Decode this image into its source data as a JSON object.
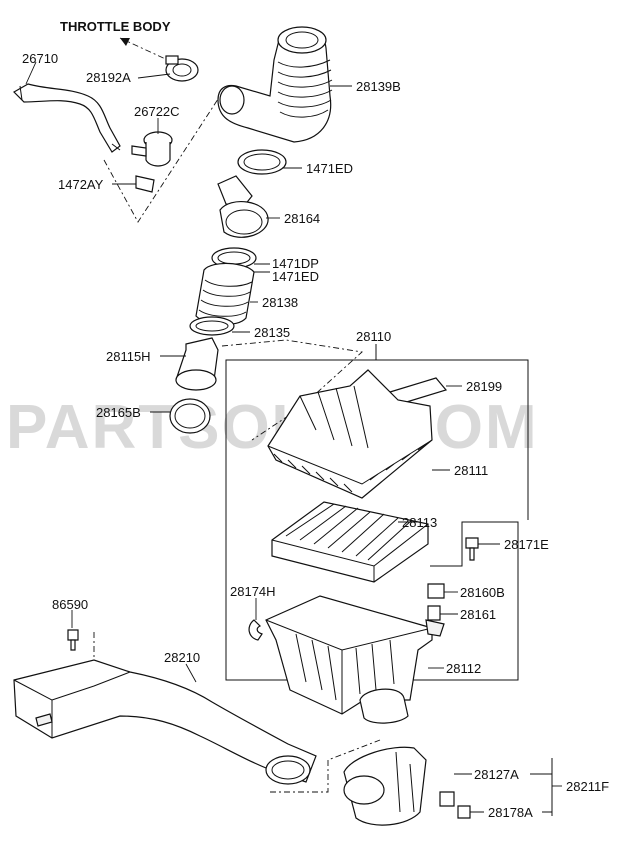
{
  "watermark": "PARTSOUQ.COM",
  "header": {
    "throttle_body": "THROTTLE BODY"
  },
  "labels": {
    "p26710": "26710",
    "p28192A": "28192A",
    "p26722C": "26722C",
    "p1472AY": "1472AY",
    "p28139B": "28139B",
    "p1471ED_a": "1471ED",
    "p28164": "28164",
    "p1471DP": "1471DP",
    "p1471ED_b": "1471ED",
    "p28138": "28138",
    "p28135": "28135",
    "p28115H": "28115H",
    "p28165B": "28165B",
    "p28110": "28110",
    "p28199": "28199",
    "p28111": "28111",
    "p28113": "28113",
    "p28171E": "28171E",
    "p28160B": "28160B",
    "p28161": "28161",
    "p28174H": "28174H",
    "p28112": "28112",
    "p86590": "86590",
    "p28210": "28210",
    "p28127A": "28127A",
    "p28178A": "28178A",
    "p28211F": "28211F"
  },
  "colors": {
    "line": "#111111",
    "watermark": "#d9d9d9",
    "background": "#ffffff"
  }
}
